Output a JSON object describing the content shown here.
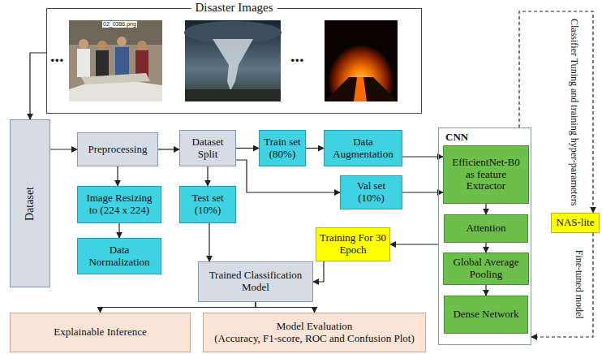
{
  "diagram": {
    "nodes": [
      {
        "text": [
          "Disaster Images"
        ]
      },
      {
        "text": [
          "Dataset"
        ]
      },
      {
        "text": [
          "Preprocessing"
        ]
      },
      {
        "text": [
          "Image Resizing to (224 x 224)"
        ]
      },
      {
        "text": [
          "Data Normalization"
        ]
      },
      {
        "text": [
          "Dataset Split"
        ]
      },
      {
        "text": [
          "Train set (80%)"
        ]
      },
      {
        "text": [
          "Data Augmentation"
        ]
      },
      {
        "text": [
          "Test set (10%)"
        ]
      },
      {
        "text": [
          "Val set (10%)"
        ]
      },
      {
        "text": [
          "CNN"
        ]
      },
      {
        "text": [
          "EfficientNet-B0 as feature Extractor"
        ],
        "in": 10
      },
      {
        "text": [
          "Attention"
        ],
        "in": 10
      },
      {
        "text": [
          "Global Average Pooling"
        ],
        "in": 10
      },
      {
        "text": [
          "Dense Network"
        ],
        "in": 10
      },
      {
        "text": [
          "Training For 30 Epoch"
        ]
      },
      {
        "text": [
          "Trained Classification Model"
        ]
      },
      {
        "text": [
          "NAS-lite"
        ]
      },
      {
        "text": [
          "Explainable Inference"
        ]
      },
      {
        "text": [
          "Model Evaluation",
          "(Accuracy, F1-score, ROC and Confusion Plot)"
        ]
      }
    ],
    "edges": [
      {
        "from": 0,
        "to": 1,
        "arrow": "to"
      },
      {
        "from": 1,
        "to": 2,
        "arrow": "to"
      },
      {
        "from": 2,
        "to": 5,
        "arrow": "to"
      },
      {
        "from": 2,
        "to": 3,
        "arrow": "to"
      },
      {
        "from": 3,
        "to": 4,
        "arrow": "to"
      },
      {
        "from": 5,
        "to": 6,
        "arrow": "to"
      },
      {
        "from": 5,
        "to": 8,
        "arrow": "to"
      },
      {
        "from": 5,
        "to": 9,
        "arrow": "to"
      },
      {
        "from": 6,
        "to": 7,
        "arrow": "to"
      },
      {
        "from": 7,
        "to": 11,
        "arrow": "to"
      },
      {
        "from": 9,
        "to": 11,
        "arrow": "to"
      },
      {
        "from": 11,
        "to": 12,
        "arrow": "to"
      },
      {
        "from": 12,
        "to": 13,
        "arrow": "to"
      },
      {
        "from": 13,
        "to": 14,
        "arrow": "to"
      },
      {
        "from": 10,
        "to": 15,
        "arrow": "to"
      },
      {
        "from": 15,
        "to": 16,
        "arrow": "to"
      },
      {
        "from": 8,
        "to": 16,
        "arrow": "to"
      },
      {
        "from": 16,
        "to": 18,
        "arrow": "to"
      },
      {
        "from": 16,
        "to": 19,
        "arrow": "to"
      },
      {
        "from": 10,
        "to": 17,
        "label": "Classifier Tuning and training hyper-parameters",
        "arrow": "to"
      },
      {
        "from": 17,
        "to": 10,
        "label": "Fine-tuned model",
        "arrow": "to"
      }
    ],
    "labels": [
      "02_0386.png",
      "...",
      "..."
    ]
  }
}
